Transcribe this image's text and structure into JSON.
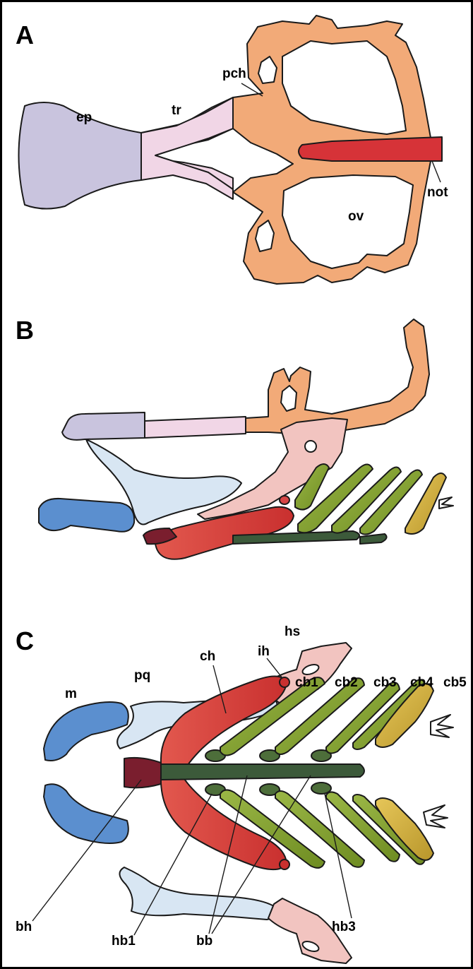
{
  "panels": [
    {
      "letter": "A",
      "labels": {
        "ep": "ep",
        "tr": "tr",
        "pch": "pch",
        "not": "not",
        "ov": "ov"
      }
    },
    {
      "letter": "B"
    },
    {
      "letter": "C",
      "labels": {
        "m": "m",
        "pq": "pq",
        "ch": "ch",
        "ih": "ih",
        "hs": "hs",
        "cb1": "cb1",
        "cb2": "cb2",
        "cb3": "cb3",
        "cb4": "cb4",
        "cb5": "cb5",
        "bh": "bh",
        "hb1": "hb1",
        "bb": "bb",
        "hb3": "hb3"
      }
    }
  ],
  "colors": {
    "border": "#000000",
    "ethmoid_plate": "#c9c4de",
    "trabeculae": "#f1d6e6",
    "parachordal": "#f2aa78",
    "notochord": "#d63338",
    "meckel": "#5b8fcf",
    "palatoquadrate": "#d8e6f3",
    "hyosymplectic": "#f2c4c0",
    "ceratohyal": "#d64545",
    "basihyal": "#7a1e2e",
    "basibranchial": "#3c5a3a",
    "ceratobranchial": "#8aa635",
    "cb5": "#d8b640"
  }
}
